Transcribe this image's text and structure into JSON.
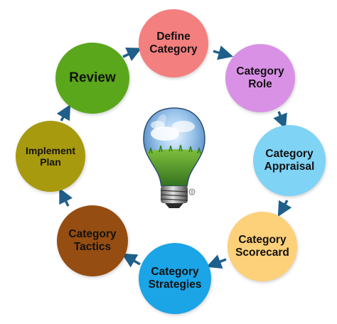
{
  "nodes": [
    {
      "id": "define",
      "label": "Define\nCategory",
      "color": "#f47f7f"
    },
    {
      "id": "role",
      "label": "Category\nRole",
      "color": "#d991e6"
    },
    {
      "id": "appraisal",
      "label": "Category\nAppraisal",
      "color": "#7fd3f5"
    },
    {
      "id": "scorecard",
      "label": "Category\nScorecard",
      "color": "#fdd07a"
    },
    {
      "id": "strategies",
      "label": "Category\nStrategies",
      "color": "#1ba4e6"
    },
    {
      "id": "tactics",
      "label": "Category\nTactics",
      "color": "#954d11"
    },
    {
      "id": "implement",
      "label": "Implement\nPlan",
      "color": "#a89a0f"
    },
    {
      "id": "review",
      "label": "Review",
      "color": "#5aa71c"
    }
  ],
  "bulb_mark": "®",
  "arrow_color": "#1f5f8b"
}
